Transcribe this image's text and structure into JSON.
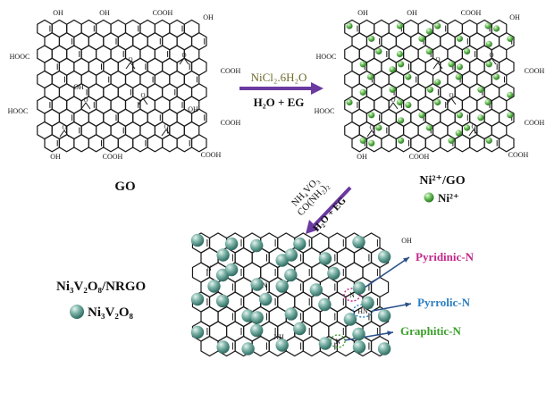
{
  "labels": {
    "go": "GO",
    "ni_go": "Ni²⁺/GO",
    "ni_ion": "Ni²⁺",
    "product": "Ni₃V₂O₈/NRGO",
    "product_particle": "Ni₃V₂O₈",
    "oh": "OH",
    "cooh": "COOH",
    "hooc": "HOOC",
    "o": "O",
    "n": "N",
    "hn": "HN",
    "nh": "NH"
  },
  "step1": {
    "reagent": "NiCl₂.6H₂O",
    "solvent": "H₂O + EG"
  },
  "step2": {
    "reagent1": "NH₄VO₃",
    "reagent2": "CO(NH₂)₂",
    "solvent": "H₂O + EG"
  },
  "nitrogen_types": [
    {
      "label": "Pyridinic-N",
      "color": "#c0288a"
    },
    {
      "label": "Pyrrolic-N",
      "color": "#2a7ec0"
    },
    {
      "label": "Graphitic-N",
      "color": "#3aa02a"
    }
  ],
  "colors": {
    "arrow": "#6a3aa0",
    "particle": "#4e8b80",
    "particle_light": "#cfe6e0",
    "ni_dot": "#3ea03e",
    "line": "#1a1a1a",
    "pointer": "#2a4e8a"
  }
}
